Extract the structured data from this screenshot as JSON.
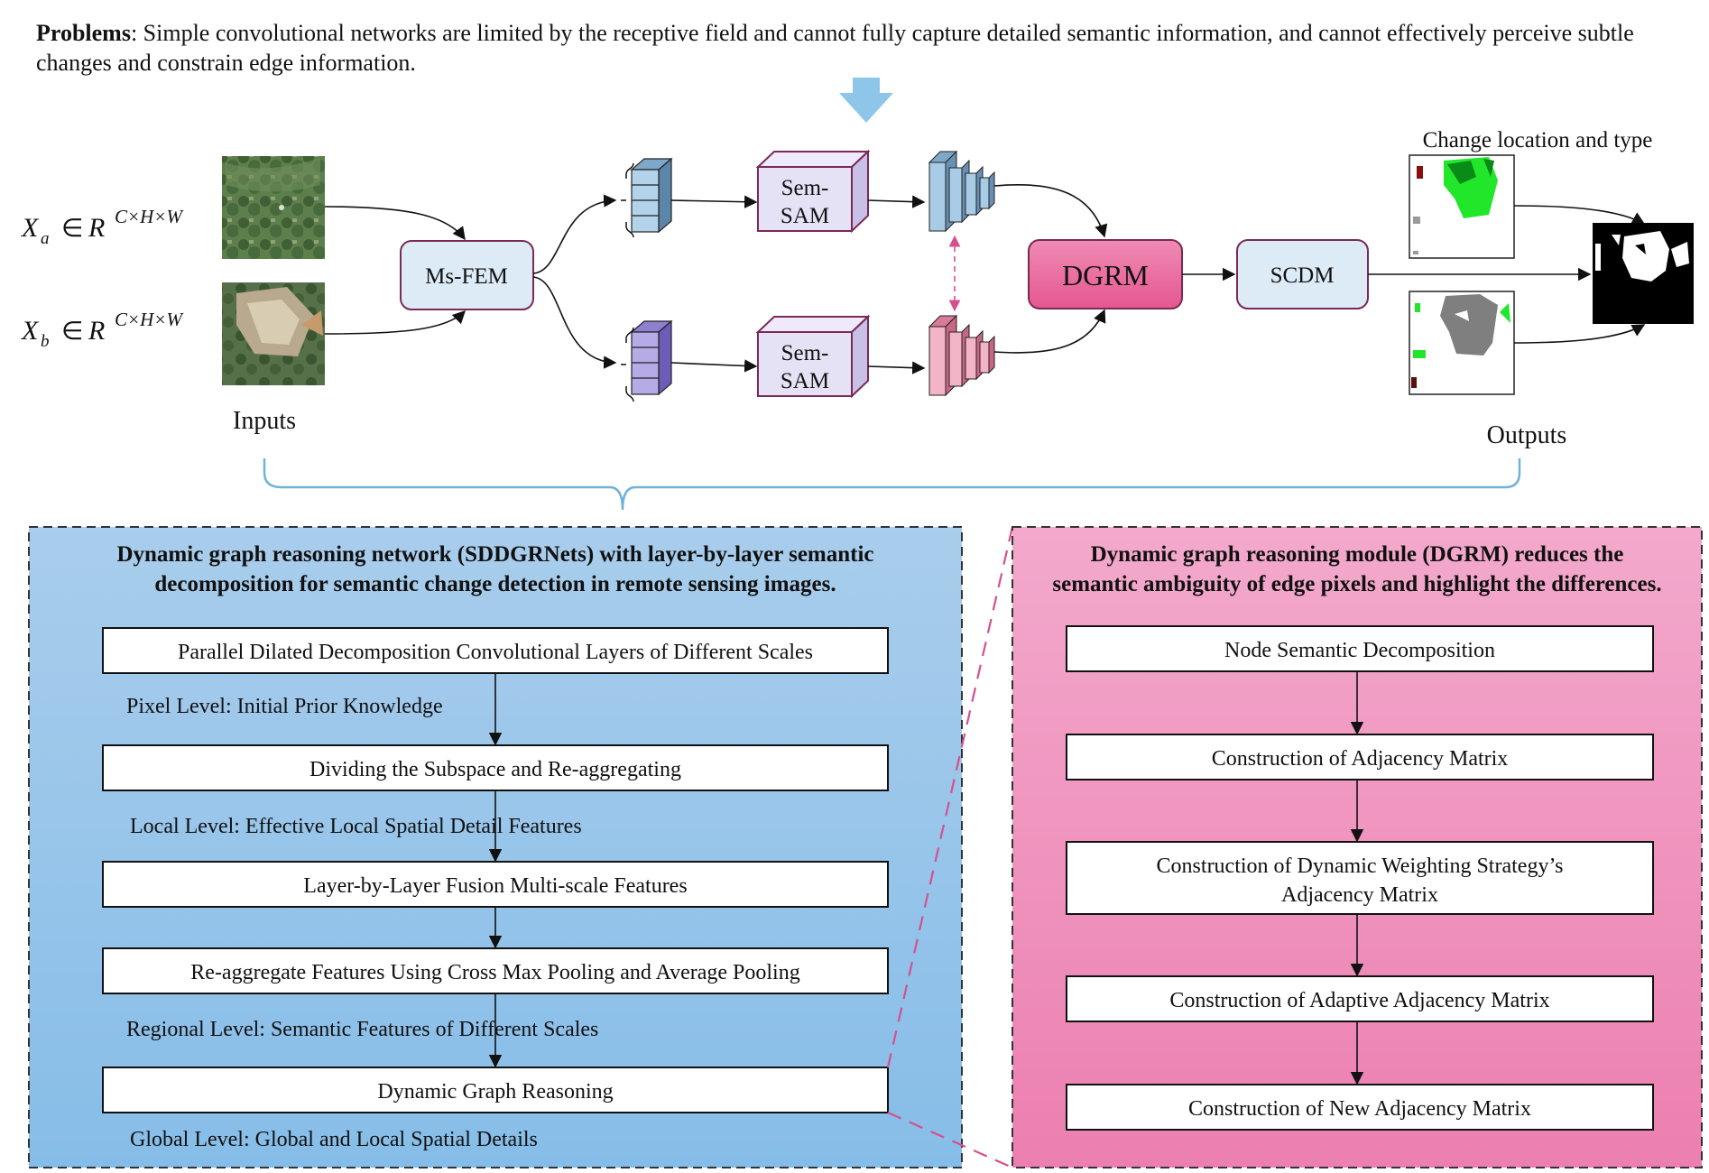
{
  "problem": {
    "lead": "Problems",
    "text": ": Simple convolutional networks are limited by the receptive field and cannot fully capture detailed semantic information, and cannot effectively perceive subtle changes and constrain edge information."
  },
  "inputs": {
    "xa_var": "X",
    "xa_sub": "a",
    "xa_rel": "∈",
    "xa_set": "R",
    "xa_sup": "C×H×W",
    "xb_var": "X",
    "xb_sub": "b",
    "xb_rel": "∈",
    "xb_set": "R",
    "xb_sup": "C×H×W",
    "label": "Inputs"
  },
  "modules": {
    "msfem": "Ms-FEM",
    "sem_top_1": "Sem-",
    "sem_top_2": "SAM",
    "sem_bot_1": "Sem-",
    "sem_bot_2": "SAM",
    "dgrm": "DGRM",
    "scdm": "SCDM"
  },
  "outputs": {
    "caption": "Change location and type",
    "label": "Outputs"
  },
  "left_panel": {
    "title_1": "Dynamic graph reasoning network (SDDGRNets) with layer-by-layer semantic",
    "title_2": "decomposition for semantic change detection in remote sensing images.",
    "steps": [
      "Parallel Dilated Decomposition Convolutional Layers of Different Scales",
      "Dividing the Subspace and Re-aggregating",
      "Layer-by-Layer Fusion Multi-scale Features",
      "Re-aggregate Features Using Cross Max Pooling and Average Pooling",
      "Dynamic Graph Reasoning"
    ],
    "levels": [
      "Pixel Level: Initial Prior Knowledge",
      "Local Level: Effective Local Spatial Detail Features",
      "Regional Level: Semantic Features of Different Scales",
      "Global Level: Global and Local Spatial Details"
    ]
  },
  "right_panel": {
    "title_1": "Dynamic graph reasoning module (DGRM) reduces the",
    "title_2": "semantic ambiguity of edge pixels and highlight the differences.",
    "steps": [
      "Node Semantic Decomposition",
      "Construction of Adjacency Matrix",
      "Construction of Dynamic Weighting Strategy’s",
      "Adjacency Matrix",
      "Construction of Adaptive Adjacency Matrix",
      "Construction of New Adjacency Matrix"
    ]
  },
  "colors": {
    "blue_panel_top": "#a9cdec",
    "blue_panel_bottom": "#86bde8",
    "pink_panel_top": "#f3a9cc",
    "pink_panel_bottom": "#ec7fb0",
    "msfem_fill": "#dcebf6",
    "msfem_stroke": "#7a2a55",
    "dgrm_fill": "#e8679b",
    "sam_fill": "#e6e2f6",
    "arrow_blue": "#8ec6ea",
    "brace": "#6fb3d8"
  }
}
